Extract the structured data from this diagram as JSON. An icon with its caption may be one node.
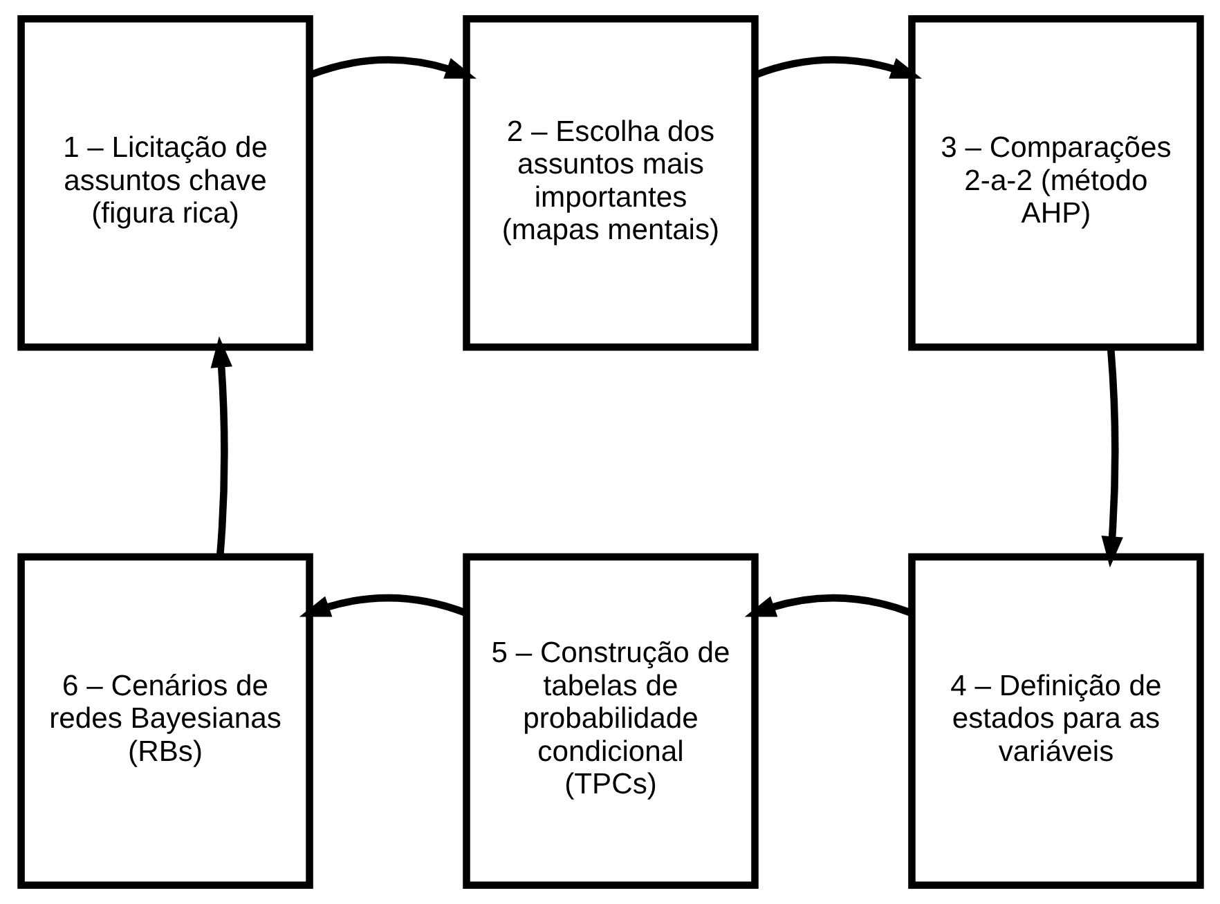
{
  "diagram": {
    "nodes": [
      {
        "text": [
          "1 – Licitação de assuntos chave (figura rica)"
        ]
      },
      {
        "text": [
          "2 – Escolha dos assuntos mais importantes (mapas mentais)"
        ]
      },
      {
        "text": [
          "3 – Comparações 2-a-2 (método AHP)"
        ]
      },
      {
        "text": [
          "4 – Definição de estados para as variáveis"
        ]
      },
      {
        "text": [
          "5 – Construção de tabelas de probabilidade condicional (TPCs)"
        ]
      },
      {
        "text": [
          "6 – Cenários de redes Bayesianas (RBs)"
        ]
      }
    ],
    "edges": [
      {
        "from": 0,
        "to": 1,
        "arrow": "to"
      },
      {
        "from": 1,
        "to": 2,
        "arrow": "to"
      },
      {
        "from": 2,
        "to": 3,
        "arrow": "to"
      },
      {
        "from": 3,
        "to": 4,
        "arrow": "to"
      },
      {
        "from": 4,
        "to": 5,
        "arrow": "to"
      },
      {
        "from": 5,
        "to": 0,
        "arrow": "to"
      }
    ]
  }
}
